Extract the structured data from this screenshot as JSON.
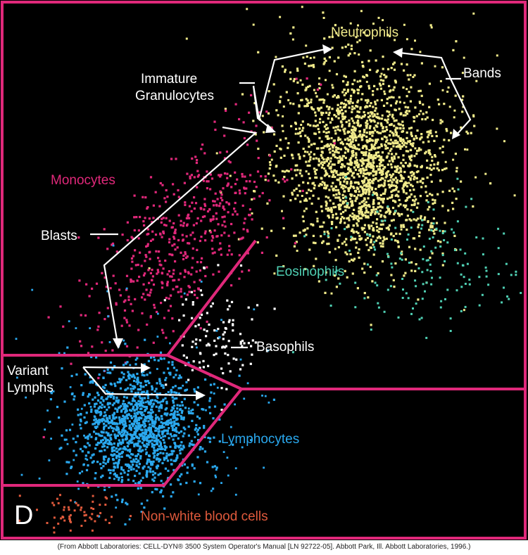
{
  "panel_letter": "D",
  "credit": "(From Abbott Laboratories: CELL-DYN® 3500 System Operator's Manual [LN 92722-05]. Abbott Park, Ill. Abbott Laboratories, 1996.)",
  "colors": {
    "background": "#000000",
    "frame": "#e0287a",
    "neutrophils": "#f0ea8a",
    "eosinophils": "#4fd0b4",
    "monocytes": "#e0287a",
    "basophils": "#ffffff",
    "lymphocytes": "#2aa8ee",
    "non_white": "#e05a3c",
    "annotation": "#ffffff"
  },
  "chart_data": {
    "type": "scatter",
    "grid": false,
    "series": [
      {
        "name": "Neutrophils",
        "label": "Neutrophils",
        "color": "#f0ea8a"
      },
      {
        "name": "Eosinophils",
        "label": "Eosinophils",
        "color": "#4fd0b4"
      },
      {
        "name": "Monocytes",
        "label": "Monocytes",
        "color": "#e0287a"
      },
      {
        "name": "Basophils",
        "label": "Basophils",
        "color": "#ffffff"
      },
      {
        "name": "Lymphocytes",
        "label": "Lymphocytes",
        "color": "#2aa8ee"
      },
      {
        "name": "Non-white blood cells",
        "label": "Non-white blood cells",
        "color": "#e05a3c"
      }
    ],
    "annotations": [
      {
        "text": "Immature",
        "target": "Immature Granulocytes"
      },
      {
        "text": "Granulocytes",
        "target": "Immature Granulocytes"
      },
      {
        "text": "Bands",
        "target": "Bands"
      },
      {
        "text": "Blasts",
        "target": "Blasts"
      },
      {
        "text": "Variant",
        "target": "Variant Lymphs"
      },
      {
        "text": "Lymphs",
        "target": "Variant Lymphs"
      }
    ]
  }
}
